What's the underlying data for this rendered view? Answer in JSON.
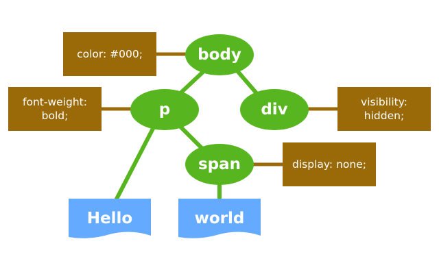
{
  "colors": {
    "element_node": "#57b51f",
    "style_box": "#9b6a08",
    "text_node": "#64aaff",
    "connector_tree": "#57b51f",
    "connector_style": "#9b6a08"
  },
  "nodes": {
    "body": "body",
    "p": "p",
    "div": "div",
    "span": "span"
  },
  "styles": {
    "body": "color: #000;",
    "p": "font-weight:\nbold;",
    "div": "visibility:\nhidden;",
    "span": "display: none;"
  },
  "texts": {
    "hello": "Hello",
    "world": "world"
  }
}
